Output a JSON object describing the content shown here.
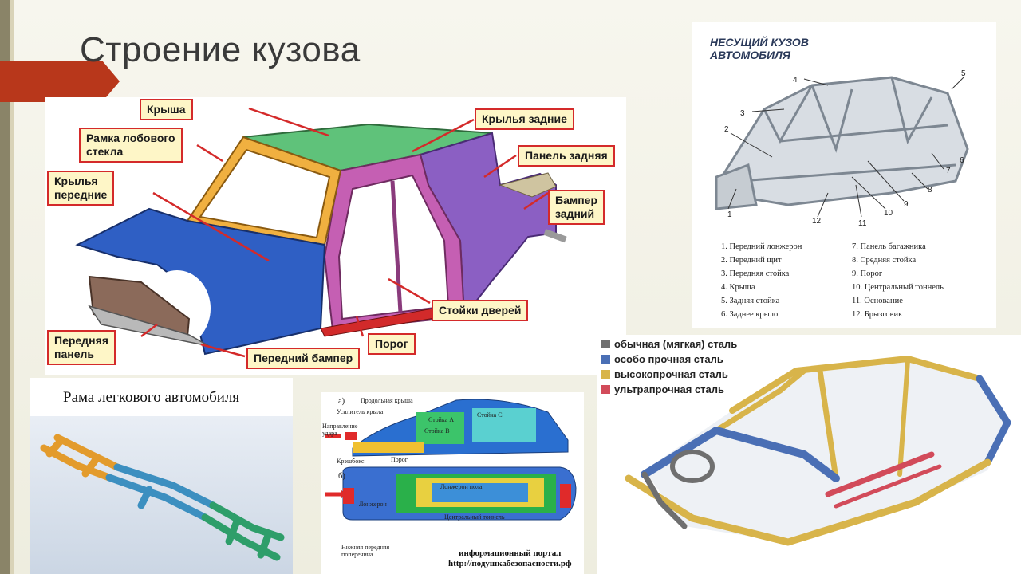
{
  "slide": {
    "title": "Строение кузова"
  },
  "main_diagram": {
    "labels": {
      "roof": "Крыша",
      "windshield_frame_l1": "Рамка лобового",
      "windshield_frame_l2": "стекла",
      "front_wings_l1": "Крылья",
      "front_wings_l2": "передние",
      "rear_wings": "Крылья задние",
      "rear_panel": "Панель задняя",
      "rear_bumper_l1": "Бампер",
      "rear_bumper_l2": "задний",
      "door_pillars": "Стойки дверей",
      "sill": "Порог",
      "front_panel_l1": "Передняя",
      "front_panel_l2": "панель",
      "front_bumper": "Передний бампер"
    }
  },
  "unibody": {
    "heading_l1": "НЕСУЩИЙ КУЗОВ",
    "heading_l2": "АВТОМОБИЛЯ",
    "numbers": [
      "1",
      "2",
      "3",
      "4",
      "5",
      "6",
      "7",
      "8",
      "9",
      "10",
      "11",
      "12"
    ],
    "parts_left": [
      "1. Передний лонжерон",
      "2. Передний щит",
      "3. Передняя стойка",
      "4. Крыша",
      "5. Задняя стойка",
      "6. Заднее крыло"
    ],
    "parts_right": [
      "7. Панель багажника",
      "8. Средняя стойка",
      "9. Порог",
      "10. Центральный тоннель",
      "11. Основание",
      "12. Брызговик"
    ]
  },
  "frame": {
    "caption": "Рама легкового автомобиля"
  },
  "crash_diagram": {
    "label_a": "а)",
    "label_b": "б)",
    "labels": {
      "roof_rail": "Продольная крыша",
      "reinforcement": "Усилитель крыла",
      "impact_dir_l1": "Направление",
      "impact_dir_l2": "удара",
      "pillar_a": "Стойка А",
      "pillar_b": "Стойка В",
      "pillar_c": "Стойка С",
      "crashbox": "Крэшбокс",
      "sill": "Порог",
      "floor_rail": "Лонжерон пола",
      "longeron": "Лонжерон",
      "tunnel": "Центральный тоннель",
      "lower_l1": "Нижняя передняя",
      "lower_l2": "поперечина"
    },
    "portal_l1": "информационный портал",
    "portal_l2": "http://подушкабезопасности.рф"
  },
  "steel_legend": {
    "items": [
      {
        "label": "обычная (мягкая) сталь",
        "color": "#6f6f6f"
      },
      {
        "label": "особо прочная сталь",
        "color": "#4a6fb5"
      },
      {
        "label": "высокопрочная сталь",
        "color": "#d8b44a"
      },
      {
        "label": "ультрапрочная сталь",
        "color": "#d24b5a"
      }
    ]
  }
}
